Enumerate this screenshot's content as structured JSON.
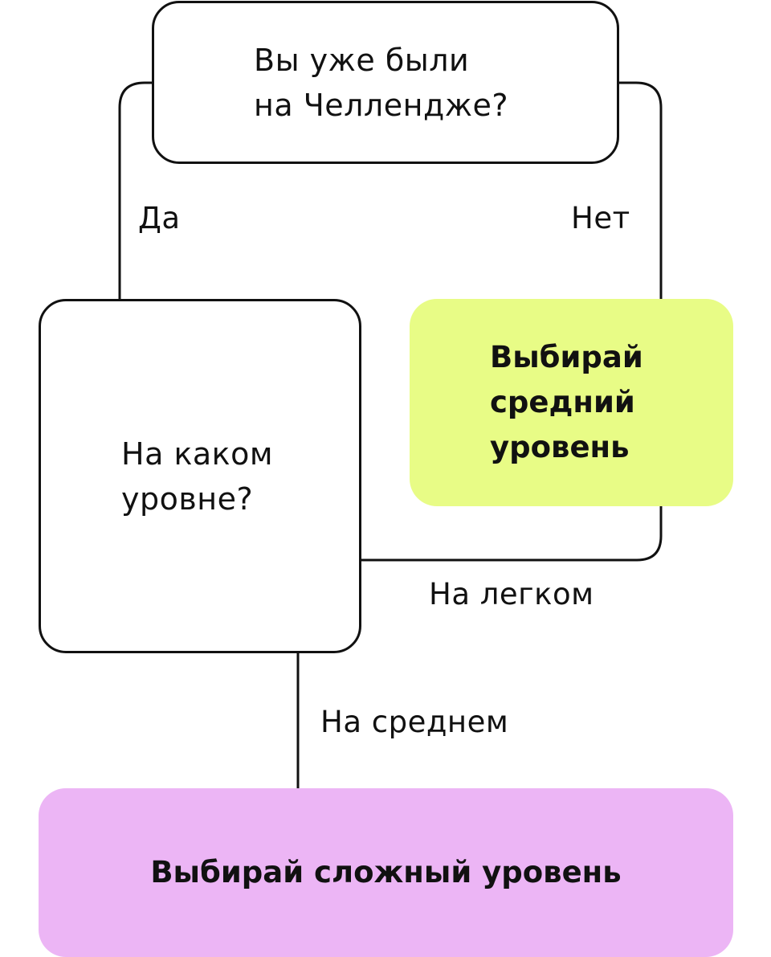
{
  "nodes": {
    "question": "Вы уже были\nна Челлендже?",
    "level_question": "На каком\nуровне?",
    "medium_result": "Выбирай\nсредний\nуровень",
    "hard_result": "Выбирай сложный уровень"
  },
  "edge_labels": {
    "yes": "Да",
    "no": "Нет",
    "easy": "На легком",
    "medium": "На среднем"
  },
  "colors": {
    "medium_fill": "#e8fc86",
    "hard_fill": "#ecb5f5",
    "stroke": "#111111"
  }
}
